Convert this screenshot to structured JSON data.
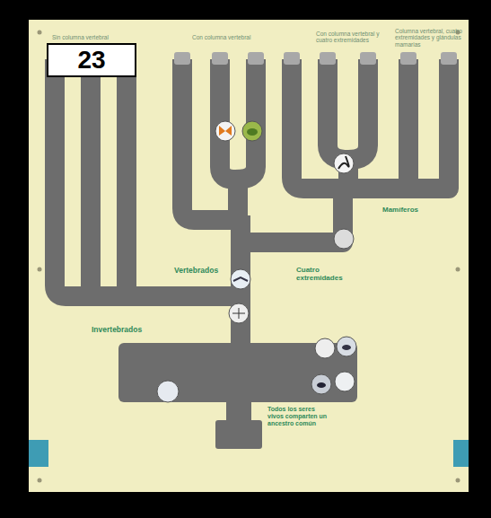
{
  "diagram": {
    "nodes": [
      {
        "text": [
          "23"
        ]
      }
    ],
    "labels": [
      "Sin columna vertebral",
      "Con columna vertebral",
      "Con columna vertebral y cuatro extremidades",
      "Columna vertebral, cuatro extremidades y glándulas mamarias",
      "Vertebrados",
      "Cuatro extremidades",
      "Mamíferos",
      "Invertebrados",
      "Todos los seres vivos comparten un ancestro común"
    ]
  }
}
